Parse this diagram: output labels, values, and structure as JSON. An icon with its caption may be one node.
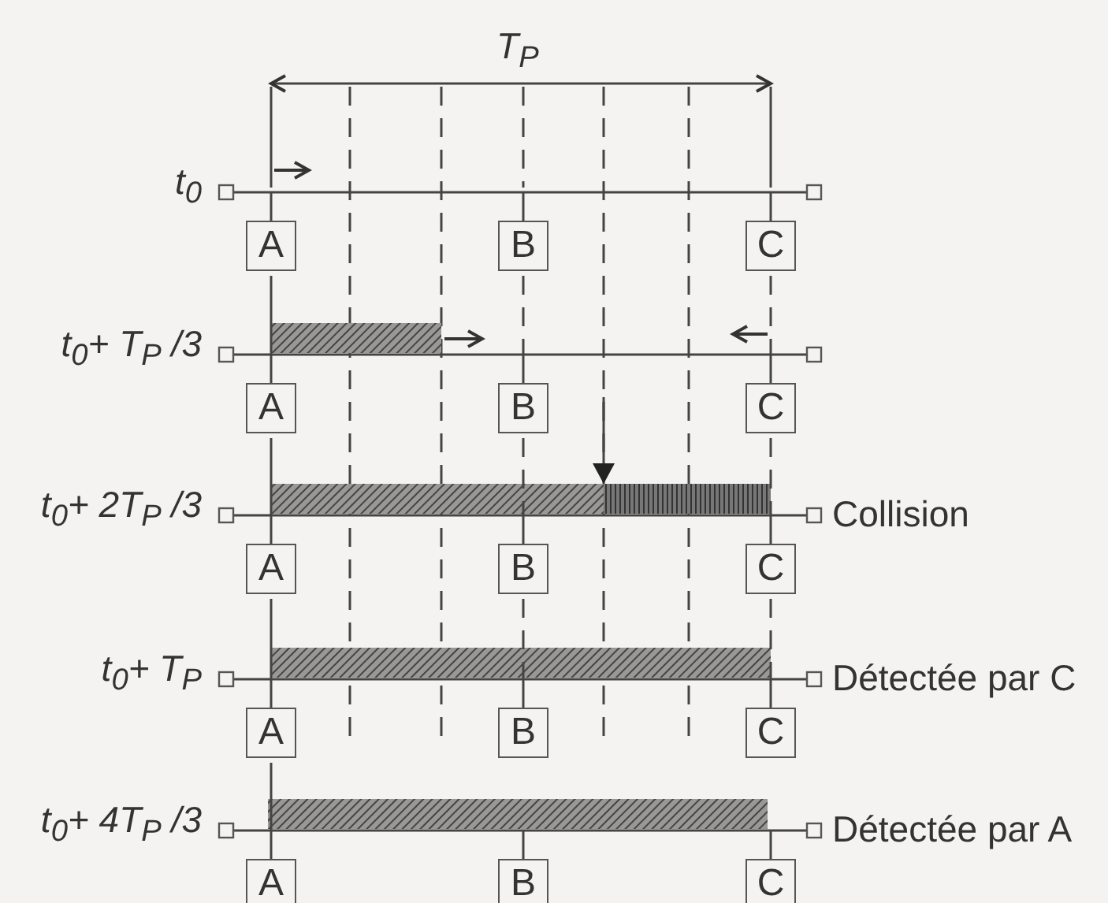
{
  "diagram": {
    "nodes": [
      {
        "text": [],
        "shape": "bar"
      },
      {
        "text": [
          "A"
        ]
      },
      {
        "text": [
          "B"
        ]
      },
      {
        "text": [
          "C"
        ]
      },
      {
        "text": [],
        "shape": "bar"
      },
      {
        "text": [
          "A"
        ]
      },
      {
        "text": [
          "B"
        ]
      },
      {
        "text": [
          "C"
        ]
      },
      {
        "text": [],
        "shape": "bar"
      },
      {
        "text": [
          "A"
        ]
      },
      {
        "text": [
          "B"
        ]
      },
      {
        "text": [
          "C"
        ]
      },
      {
        "text": [],
        "shape": "bar"
      },
      {
        "text": [
          "A"
        ]
      },
      {
        "text": [
          "B"
        ]
      },
      {
        "text": [
          "C"
        ]
      },
      {
        "text": [],
        "shape": "bar"
      },
      {
        "text": [
          "A"
        ]
      },
      {
        "text": [
          "B"
        ]
      },
      {
        "text": [
          "C"
        ]
      }
    ],
    "edges": [
      {
        "from": 0,
        "to": 1,
        "arrow": "none"
      },
      {
        "from": 0,
        "to": 2,
        "arrow": "none"
      },
      {
        "from": 0,
        "to": 3,
        "arrow": "none"
      },
      {
        "from": 1,
        "to": 4,
        "arrow": "none"
      },
      {
        "from": 2,
        "to": 4,
        "arrow": "none",
        "style": "dashed"
      },
      {
        "from": 3,
        "to": 4,
        "arrow": "none",
        "style": "dashed"
      },
      {
        "from": 4,
        "to": 5,
        "arrow": "none"
      },
      {
        "from": 4,
        "to": 6,
        "arrow": "none"
      },
      {
        "from": 4,
        "to": 7,
        "arrow": "none"
      },
      {
        "from": 5,
        "to": 8,
        "arrow": "none"
      },
      {
        "from": 6,
        "to": 8,
        "arrow": "none",
        "style": "dashed"
      },
      {
        "from": 7,
        "to": 8,
        "arrow": "none",
        "style": "dashed"
      },
      {
        "from": null,
        "to": 8,
        "arrow": "to"
      },
      {
        "from": 8,
        "to": 9,
        "arrow": "none"
      },
      {
        "from": 8,
        "to": 10,
        "arrow": "none"
      },
      {
        "from": 8,
        "to": 11,
        "arrow": "none"
      },
      {
        "from": 9,
        "to": 12,
        "arrow": "none"
      },
      {
        "from": 10,
        "to": 12,
        "arrow": "none",
        "style": "dashed"
      },
      {
        "from": 11,
        "to": 12,
        "arrow": "none",
        "style": "dashed"
      },
      {
        "from": 12,
        "to": 13,
        "arrow": "none"
      },
      {
        "from": 12,
        "to": 14,
        "arrow": "none"
      },
      {
        "from": 12,
        "to": 15,
        "arrow": "none"
      },
      {
        "from": 13,
        "to": 16,
        "arrow": "none"
      },
      {
        "from": 16,
        "to": 17,
        "arrow": "none"
      },
      {
        "from": 16,
        "to": 18,
        "arrow": "none"
      },
      {
        "from": 16,
        "to": 19,
        "arrow": "none"
      }
    ],
    "labels": [
      "T$_{P}$",
      "t$_{0}$",
      "t$_{0}$+ T$_{P}$ /3",
      "t$_{0}$+ 2T$_{P}$ /3",
      "Collision",
      "t$_{0}$+ T$_{P}$",
      "Détectée par C",
      "t$_{0}$+ 4T$_{P}$ /3",
      "Détectée par A"
    ]
  }
}
